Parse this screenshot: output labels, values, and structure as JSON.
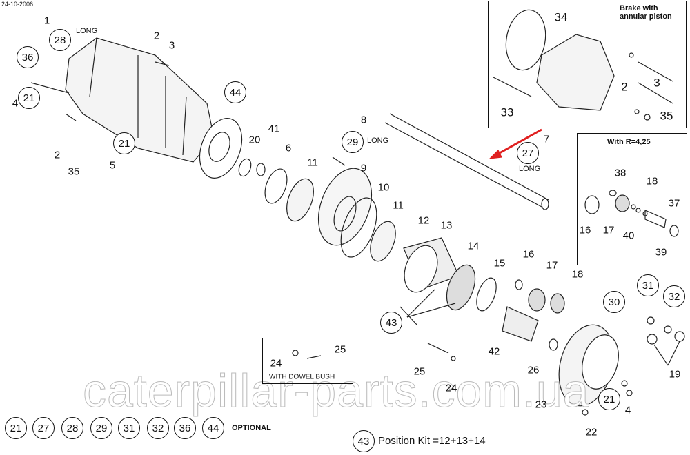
{
  "date": "24-10-2006",
  "watermark": "caterpillar-parts.com.ua",
  "insets": {
    "brake_title": "Brake with\nannular piston",
    "ratio_title": "With R=4,25",
    "dowel_title": "WITH DOWEL BUSH"
  },
  "long_label": "LONG",
  "callouts": [
    "1",
    "2",
    "3",
    "4",
    "2",
    "35",
    "5",
    "20",
    "41",
    "6",
    "11",
    "8",
    "9",
    "10",
    "11",
    "12",
    "13",
    "14",
    "15",
    "16",
    "17",
    "18",
    "7",
    "42",
    "25",
    "24",
    "26",
    "23",
    "22",
    "4",
    "19"
  ],
  "brake_callouts": [
    "34",
    "2",
    "3",
    "33",
    "35"
  ],
  "ratio_callouts": [
    "38",
    "18",
    "37",
    "16",
    "17",
    "40",
    "39"
  ],
  "dowel_callouts": [
    "24",
    "25"
  ],
  "circled": [
    "28",
    "36",
    "21",
    "21",
    "44",
    "29",
    "27",
    "30",
    "31",
    "32",
    "43",
    "21"
  ],
  "legend": {
    "optional_items": [
      "21",
      "27",
      "28",
      "29",
      "31",
      "32",
      "36",
      "44"
    ],
    "optional_label": "OPTIONAL",
    "kit_number": "43",
    "kit_text": "Position Kit =12+13+14"
  },
  "arrow_color": "#e02020"
}
